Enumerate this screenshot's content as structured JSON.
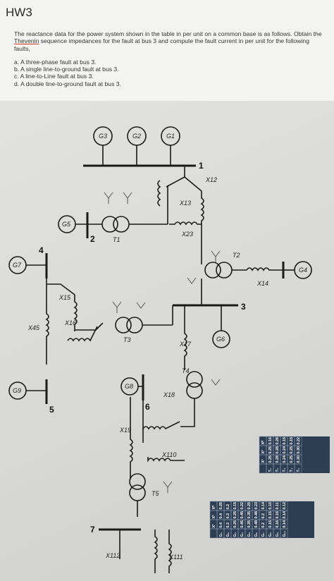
{
  "doc": {
    "title": "HW3",
    "paragraph_1": "The reactance data for the power system shown in the table in per unit on a common base is as follows. Obtain the ",
    "paragraph_link": "Thevenin",
    "paragraph_2": " sequence impedances for the fault at bus 3 and compute the fault current in per unit for the following faults,",
    "items": [
      "a. A three-phase fault at bus 3.",
      "b. A single line-to-ground fault at bus 3.",
      "c. A line-to-Line fault at bus 3.",
      "d. A double line-to-ground fault at bus 3."
    ]
  },
  "diagram": {
    "generators": [
      "G3",
      "G2",
      "G1",
      "G5",
      "G4",
      "G6",
      "G7",
      "G8",
      "G9"
    ],
    "buses": [
      "1",
      "2",
      "3",
      "4",
      "5",
      "6",
      "7"
    ],
    "transformers": [
      "T1",
      "T2",
      "T3",
      "T4",
      "T5"
    ],
    "reactances": [
      "X12",
      "X13",
      "X23",
      "X14",
      "X15",
      "X45",
      "X16",
      "X17",
      "X18",
      "X19",
      "X110",
      "X111",
      "X112"
    ]
  },
  "table_1": {
    "header": [
      "",
      "X¹",
      "X²",
      "X⁰"
    ],
    "rows": [
      [
        "T₁",
        "0.25",
        "0.25",
        "0.16"
      ],
      [
        "T₂",
        "0.28",
        "0.28",
        "0.28"
      ],
      [
        "T₃",
        "0.24",
        "0.24",
        "0.15"
      ],
      [
        "T₄",
        "0.25",
        "0.25",
        "0.15"
      ],
      [
        "T₅",
        "0.30",
        "0.30",
        "0.22"
      ]
    ]
  },
  "table_2": {
    "header": [
      "",
      "X¹",
      "X²",
      "X⁰"
    ],
    "rows": [
      [
        "G₁",
        "0.4",
        "0.4",
        "0.25"
      ],
      [
        "G₂",
        "0.3",
        "0.3",
        "0.2"
      ],
      [
        "G₃",
        "0.25",
        "0.25",
        "0.15"
      ],
      [
        "G₄",
        "0.45",
        "0.45",
        "0.22"
      ],
      [
        "G₅",
        "0.35",
        "0.35",
        "0.25"
      ],
      [
        "G₆",
        "0.48",
        "0.48",
        "0.23"
      ],
      [
        "G₇",
        "0.2",
        "0.2",
        "0.14"
      ],
      [
        "G₈",
        "0.15",
        "0.15",
        "0.10"
      ],
      [
        "G₉",
        "0.16",
        "0.16",
        "0.11"
      ],
      [
        "G₁₀",
        "0.14",
        "0.14",
        "0.12"
      ]
    ]
  }
}
